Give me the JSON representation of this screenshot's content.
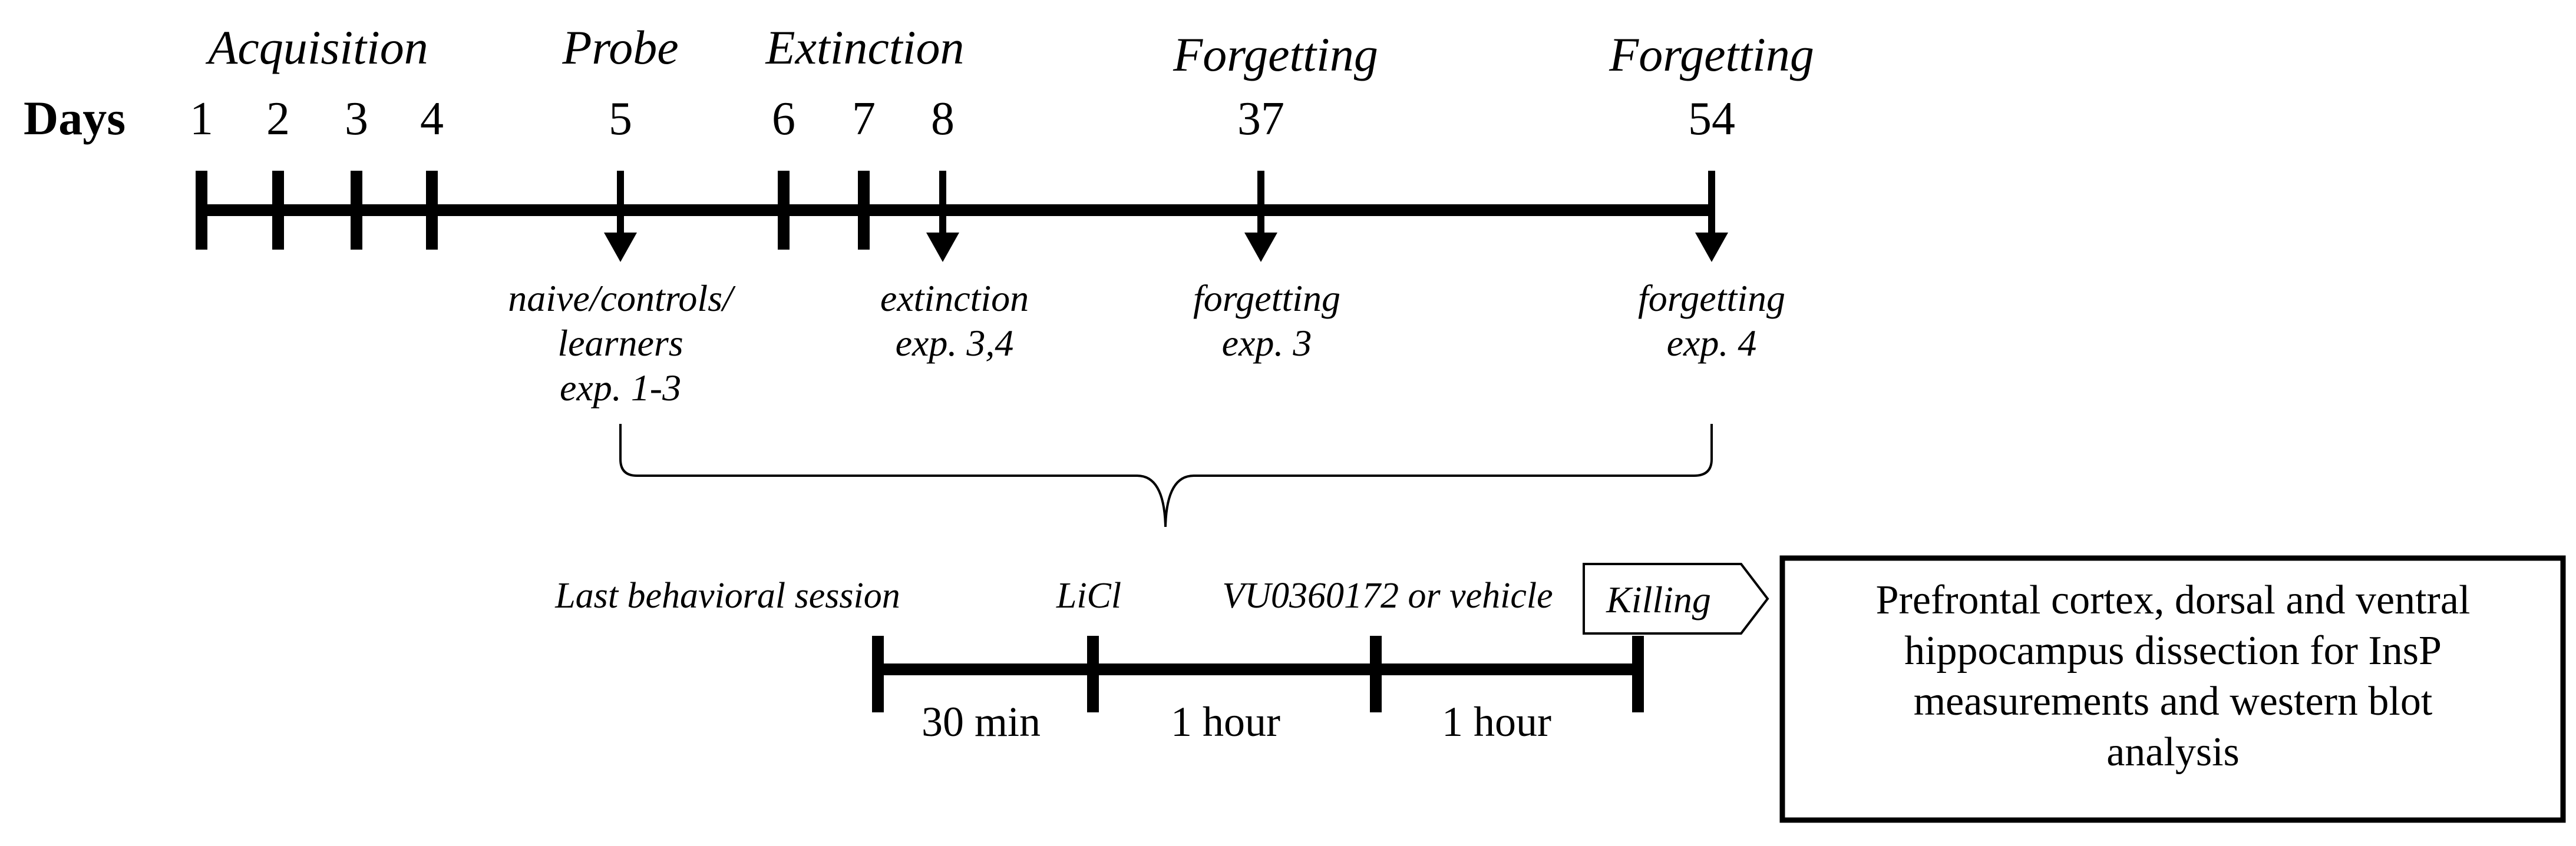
{
  "days_label": "Days",
  "phases": [
    "Acquisition",
    "Probe",
    "Extinction",
    "Forgetting",
    "Forgetting"
  ],
  "days": [
    "1",
    "2",
    "3",
    "4",
    "5",
    "6",
    "7",
    "8",
    "37",
    "54"
  ],
  "notes": [
    [
      "naive/controls/",
      "learners",
      "exp. 1-3"
    ],
    [
      "extinction",
      "exp. 3,4"
    ],
    [
      "forgetting",
      "exp. 3"
    ],
    [
      "forgetting",
      "exp. 4"
    ]
  ],
  "session": {
    "last_behavioral": "Last behavioral session",
    "licl": "LiCl",
    "drug": "VU0360172 or vehicle",
    "killing": "Killing",
    "intervals": [
      "30 min",
      "1 hour",
      "1 hour"
    ]
  },
  "outcome_box": [
    "Prefrontal cortex, dorsal and ventral",
    "hippocampus dissection for InsP",
    "measurements and western blot",
    "analysis"
  ]
}
